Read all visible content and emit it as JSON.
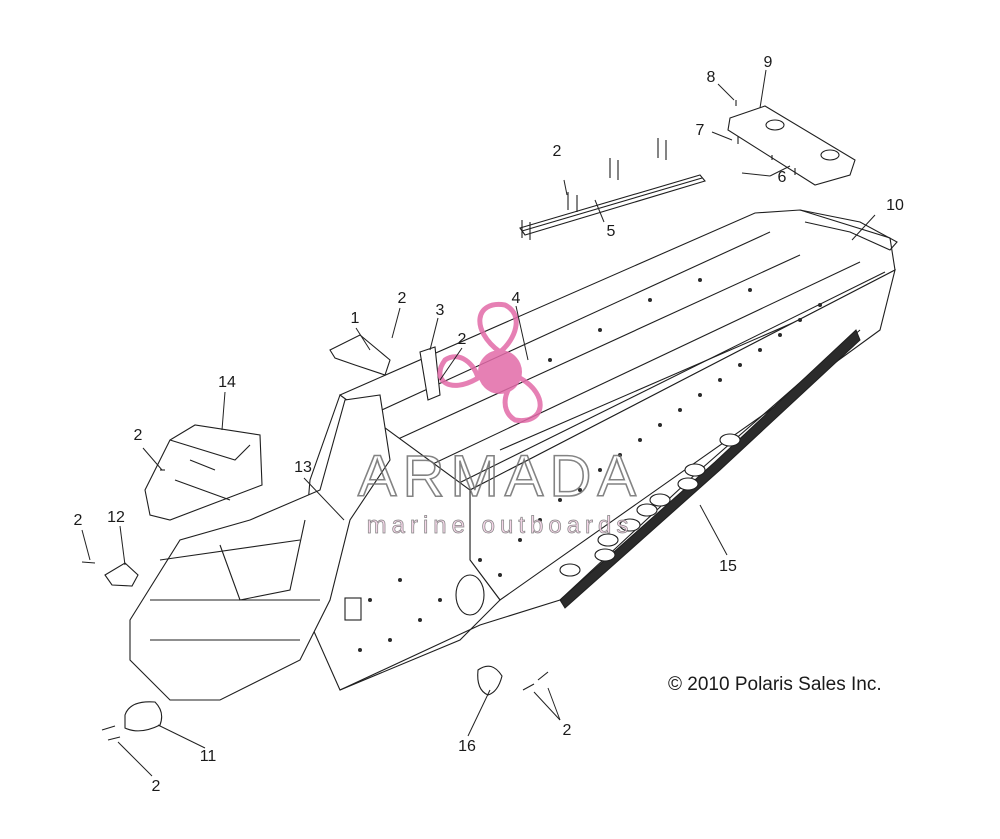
{
  "callouts": [
    "1",
    "2",
    "3",
    "4",
    "5",
    "6",
    "7",
    "8",
    "9",
    "10",
    "11",
    "12",
    "13",
    "14",
    "15",
    "16"
  ],
  "copyright": "© 2010 Polaris Sales Inc.",
  "watermark": {
    "title": "ARMADA",
    "subtitle": "marine outboards",
    "color": "#e26aa8"
  }
}
